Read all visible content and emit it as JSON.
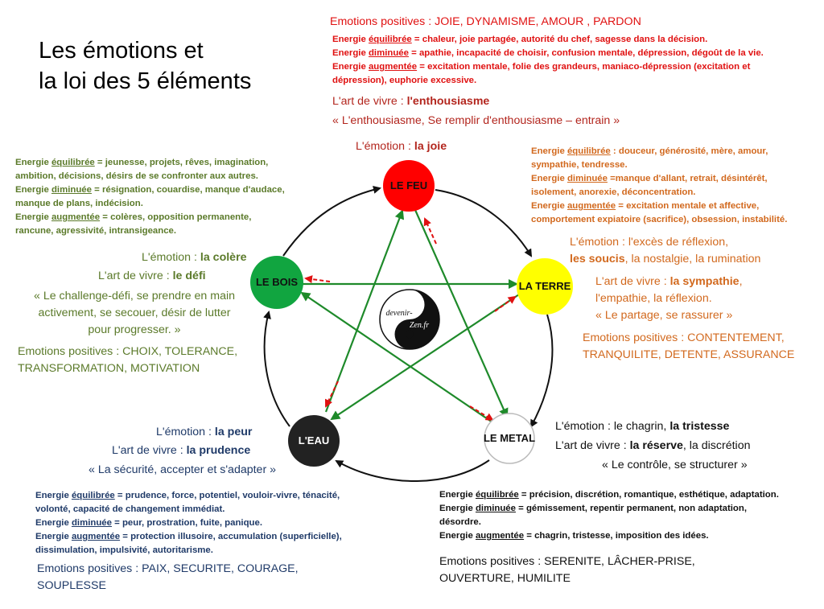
{
  "title": {
    "line1": "Les émotions et",
    "line2": "la loi des  5 éléments"
  },
  "elements": {
    "fire": {
      "name": "LE FEU",
      "color": "#ff0000",
      "text_color": "#111111"
    },
    "earth": {
      "name": "LA TERRE",
      "color": "#ffff00",
      "text_color": "#111111"
    },
    "metal": {
      "name": "LE METAL",
      "color": "#ffffff",
      "text_color": "#111111"
    },
    "water": {
      "name": "L'EAU",
      "color": "#222222",
      "text_color": "#ffffff"
    },
    "wood": {
      "name": "LE BOIS",
      "color": "#11a540",
      "text_color": "#111111"
    }
  },
  "logo": {
    "line1": "devenir-",
    "line2": "Zen.fr"
  },
  "fire": {
    "positive": "Emotions positives : JOIE, DYNAMISME, AMOUR , PARDON",
    "eq_label": "Energie ",
    "eq_word": "équilibrée",
    "eq_text": " = chaleur, joie partagée, autorité du chef, sagesse dans la décision.",
    "dim_word": "diminuée",
    "dim_text": " = apathie, incapacité de choisir, confusion mentale, dépression, dégoût de la vie.",
    "aug_word": "augmentée",
    "aug_text": " = excitation mentale, folie des grandeurs, maniaco-dépression (excitation et",
    "aug_text2": "dépression), euphorie excessive.",
    "art_label": "L'art de vivre : ",
    "art_value": "l'enthousiasme",
    "quote": "« L'enthousiasme, Se remplir d'enthousiasme – entrain »",
    "emotion_label": "L'émotion : ",
    "emotion_value": "la joie"
  },
  "earth": {
    "eq_line1": " : douceur, générosité, mère, amour,",
    "eq_line2": "sympathie, tendresse.",
    "dim_line1": " =manque d'allant, retrait, désintérêt,",
    "dim_line2": "isolement, anorexie, déconcentration.",
    "aug_line1": " = excitation mentale et affective,",
    "aug_line2": "comportement expiatoire (sacrifice), obsession, instabilité.",
    "emotion_line1": "L'émotion : l'excès de réflexion,",
    "emotion_bold": "les soucis",
    "emotion_line2": ", la nostalgie, la rumination",
    "art_label": "L'art de vivre : ",
    "art_value": "la sympathie",
    "art_tail": ",",
    "art_line2": "l'empathie, la réflexion.",
    "quote": "« Le partage, se rassurer »",
    "positive1": "Emotions positives : CONTENTEMENT,",
    "positive2": "TRANQUILITE, DETENTE, ASSURANCE"
  },
  "wood": {
    "eq_line1": " = jeunesse, projets, rêves, imagination,",
    "eq_line2": "ambition, décisions, désirs de se confronter aux autres.",
    "dim_line1": " = résignation, couardise, manque d'audace,",
    "dim_line2": "manque de plans, indécision.",
    "aug_line1": " = colères, opposition permanente,",
    "aug_line2": "rancune, agressivité, intransigeance.",
    "emotion_label": "L'émotion : ",
    "emotion_value": "la colère",
    "art_label": "L'art de vivre : ",
    "art_value": "le défi",
    "quote1": "« Le challenge-défi, se prendre en main",
    "quote2": "activement, se secouer, désir de lutter",
    "quote3": "pour progresser. »",
    "positive1": "Emotions positives : CHOIX, TOLERANCE,",
    "positive2": "TRANSFORMATION, MOTIVATION"
  },
  "water": {
    "emotion_label": "L'émotion : ",
    "emotion_value": "la peur",
    "art_label": "L'art de vivre : ",
    "art_value": "la prudence",
    "quote": "« La sécurité, accepter et s'adapter »",
    "eq_line1": " = prudence, force, potentiel, vouloir-vivre, ténacité,",
    "eq_line2": "volonté, capacité de changement immédiat.",
    "dim_line1": " = peur, prostration, fuite, panique.",
    "aug_line1": " = protection illusoire, accumulation (superficielle),",
    "aug_line2": "dissimulation, impulsivité, autoritarisme.",
    "positive1": "Emotions positives : PAIX, SECURITE, COURAGE,",
    "positive2": "SOUPLESSE"
  },
  "metal": {
    "emotion_label": "L'émotion : le chagrin, ",
    "emotion_value": "la tristesse",
    "art_label": "L'art de vivre : ",
    "art_value": "la réserve",
    "art_tail": ", la discrétion",
    "quote": "« Le contrôle, se structurer »",
    "eq_line1": " = précision, discrétion, romantique, esthétique, adaptation.",
    "dim_line1": " = gémissement, repentir permanent, non adaptation,",
    "dim_line2": "désordre.",
    "aug_line1": " = chagrin, tristesse, imposition des idées.",
    "positive1": "Emotions positives  : SERENITE, LÂCHER-PRISE,",
    "positive2": "OUVERTURE, HUMILITE"
  },
  "energy_labels": {
    "prefix": "Energie ",
    "eq": "équilibrée",
    "dim": "diminuée",
    "aug": "augmentée"
  },
  "colors": {
    "cycle": "#111111",
    "control": "#1e8a2a",
    "hint": "#e01111"
  }
}
